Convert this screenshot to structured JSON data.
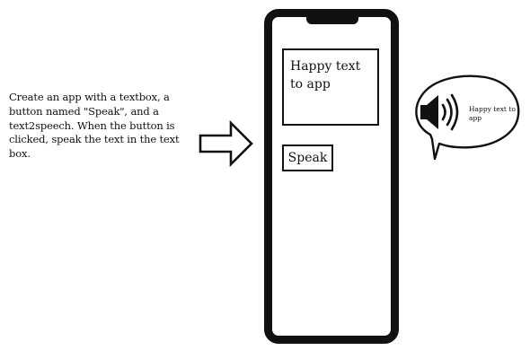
{
  "instruction": {
    "text": "Create an app with a textbox, a button named \"Speak\", and a text2speech. When the button is clicked, speak the text in the text box."
  },
  "phone": {
    "textbox_value": "Happy text to app",
    "button_label": "Speak"
  },
  "speech_bubble": {
    "text": "Happy text to app",
    "icon": "speaker-sound-icon"
  },
  "arrow": {
    "icon": "right-arrow-icon"
  },
  "colors": {
    "ink": "#111111",
    "background": "#ffffff"
  }
}
